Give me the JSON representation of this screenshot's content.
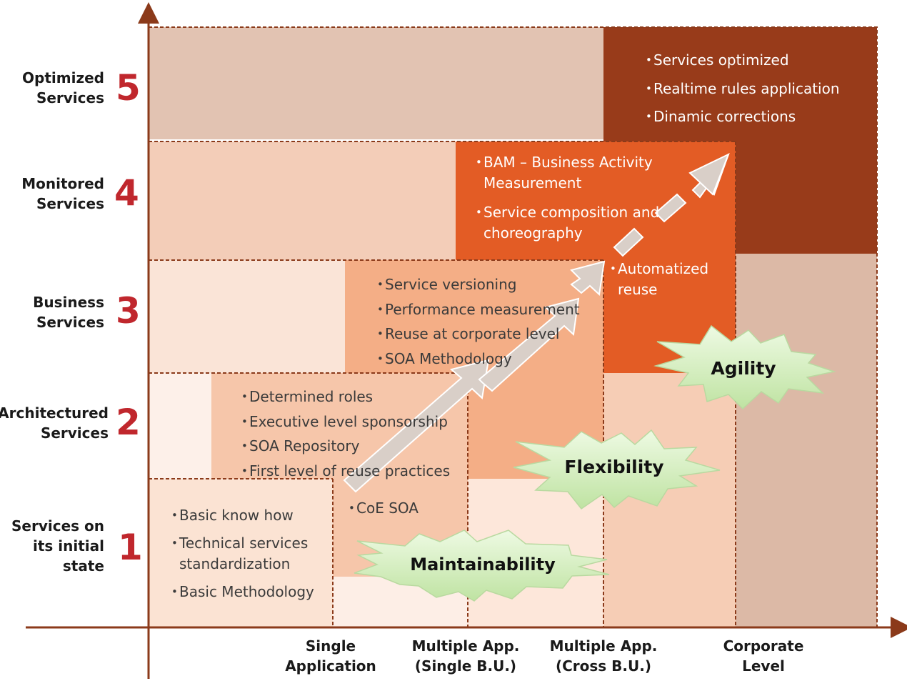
{
  "levels": [
    {
      "num": "5",
      "label_lines": [
        "Optimized",
        "Services"
      ]
    },
    {
      "num": "4",
      "label_lines": [
        "Monitored",
        "Services"
      ]
    },
    {
      "num": "3",
      "label_lines": [
        "Business",
        "Services"
      ]
    },
    {
      "num": "2",
      "label_lines": [
        "Architectured",
        "Services"
      ]
    },
    {
      "num": "1",
      "label_lines": [
        "Services on",
        "its initial",
        "state"
      ]
    }
  ],
  "scopes": [
    {
      "label_lines": [
        "Single",
        "Application"
      ]
    },
    {
      "label_lines": [
        "Multiple App.",
        "(Single B.U.)"
      ]
    },
    {
      "label_lines": [
        "Multiple App.",
        "(Cross B.U.)"
      ]
    },
    {
      "label_lines": [
        "Corporate",
        "Level"
      ]
    }
  ],
  "bullets": {
    "level1": [
      "Basic know how",
      "Technical  services standardization",
      "Basic Methodology"
    ],
    "coe": [
      "CoE SOA"
    ],
    "level2": [
      "Determined roles",
      "Executive level sponsorship",
      "SOA Repository",
      "First level of reuse practices"
    ],
    "level3": [
      "Service versioning",
      "Performance measurement",
      "Reuse at corporate level",
      "SOA Methodology"
    ],
    "level4": [
      "BAM – Business Activity Measurement",
      "Service composition and choreography"
    ],
    "automatized": [
      "Automatized reuse"
    ],
    "level5": [
      "Services optimized",
      "Realtime rules application",
      "Dinamic corrections"
    ]
  },
  "bursts": {
    "maintainability": "Maintainability",
    "flexibility": "Flexibility",
    "agility": "Agility"
  },
  "colors": {
    "axis": "#8b3a1a",
    "number": "#c0272d",
    "level5_dark": "#983b1a",
    "level4_orange": "#e35c25",
    "burst_fill": "#d5f0be",
    "arrow": "#d9cfc8"
  }
}
